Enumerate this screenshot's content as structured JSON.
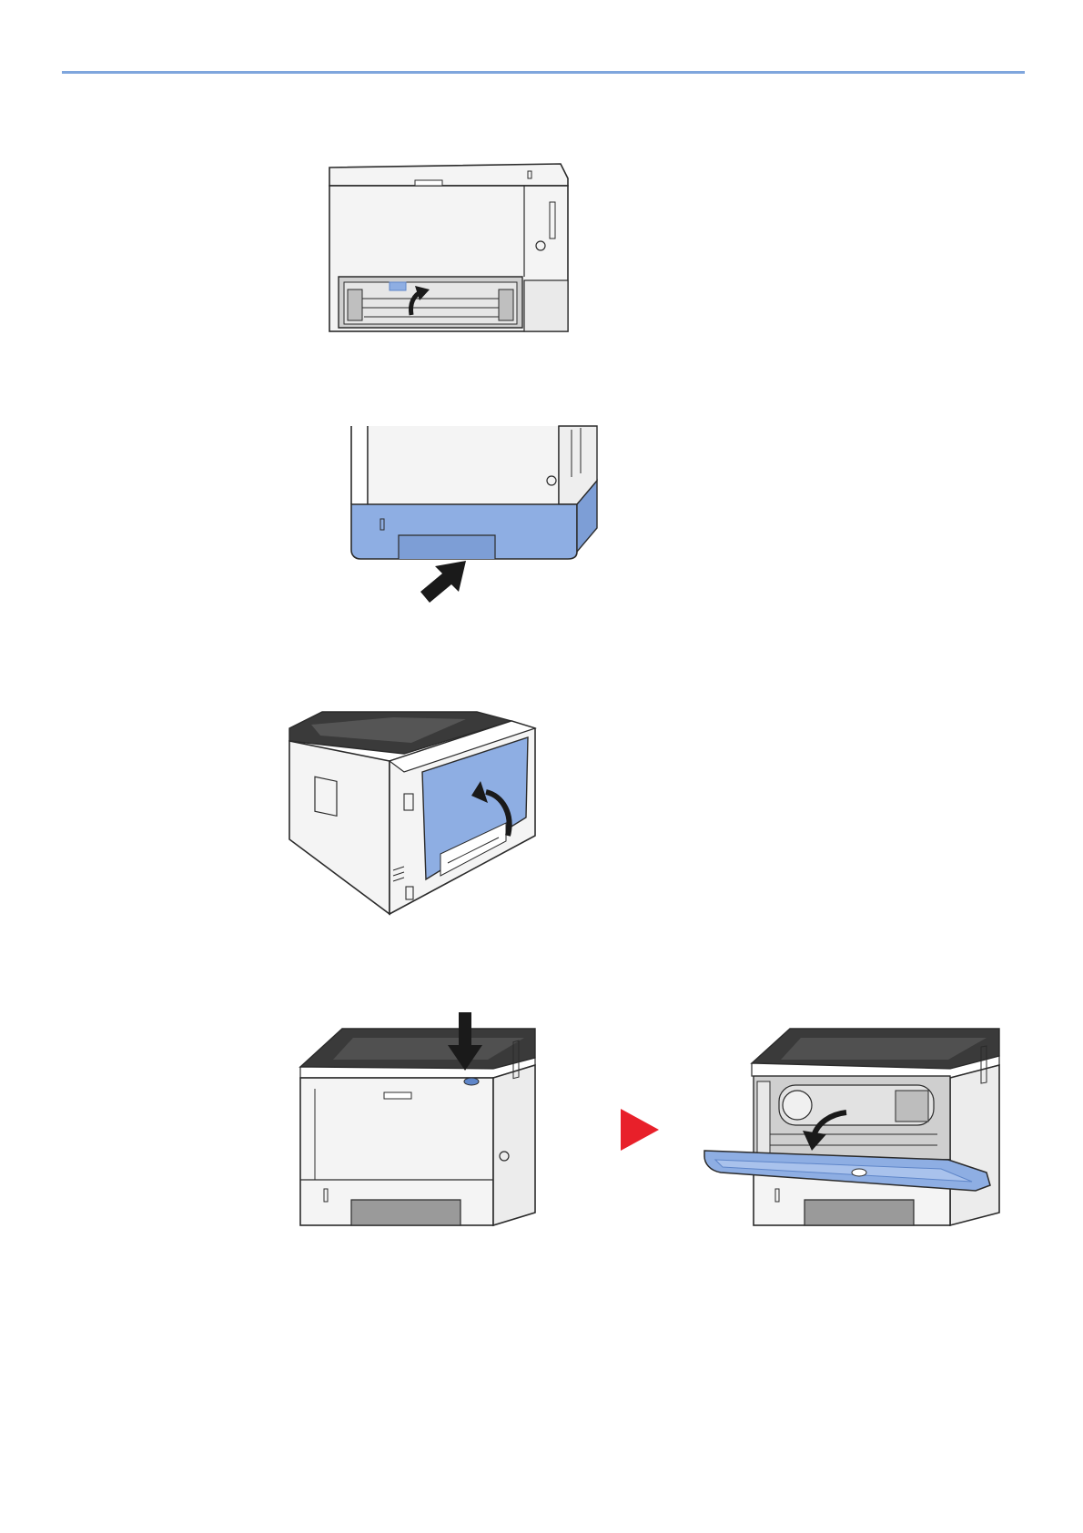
{
  "page": {
    "background": "#ffffff",
    "rule_color": "#7fa6dd"
  },
  "colors": {
    "outline": "#2b2b2b",
    "body_fill": "#f4f4f4",
    "shade_fill": "#dcdcdc",
    "highlight_blue": "#8eaee3",
    "highlight_blue_dark": "#5f86c9",
    "arrow_black": "#1a1a1a",
    "step_arrow_red": "#e8202a"
  },
  "steps": [
    {
      "illustration": "printer-front-open-cassette-slot",
      "action_icon": "curved-arrow-up-icon"
    },
    {
      "illustration": "paper-cassette-insert",
      "action_icon": "push-arrow-icon"
    },
    {
      "illustration": "printer-rear-cover-close",
      "action_icon": "curved-arrow-close-icon"
    },
    {
      "illustration": "printer-front-cover-release-open",
      "action_icons": [
        "press-down-arrow-icon",
        "next-step-arrow-icon",
        "curved-arrow-open-icon"
      ]
    }
  ]
}
